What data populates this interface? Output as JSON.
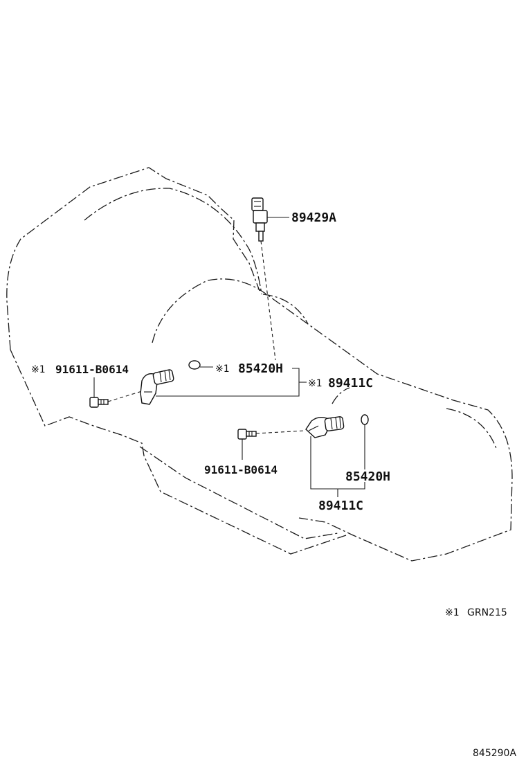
{
  "callouts": {
    "switch_part": "89429A",
    "oring_upper_part": "85420H",
    "oring_upper_mark": "※1",
    "sensor_upper_part": "89411C",
    "sensor_upper_mark": "※1",
    "bolt_upper_part": "91611-B0614",
    "bolt_upper_mark": "※1",
    "bolt_lower_part": "91611-B0614",
    "oring_lower_part": "85420H",
    "sensor_lower_part": "89411C"
  },
  "footnote": {
    "mark": "※1",
    "text": "GRN215"
  },
  "figure_id": "845290A"
}
